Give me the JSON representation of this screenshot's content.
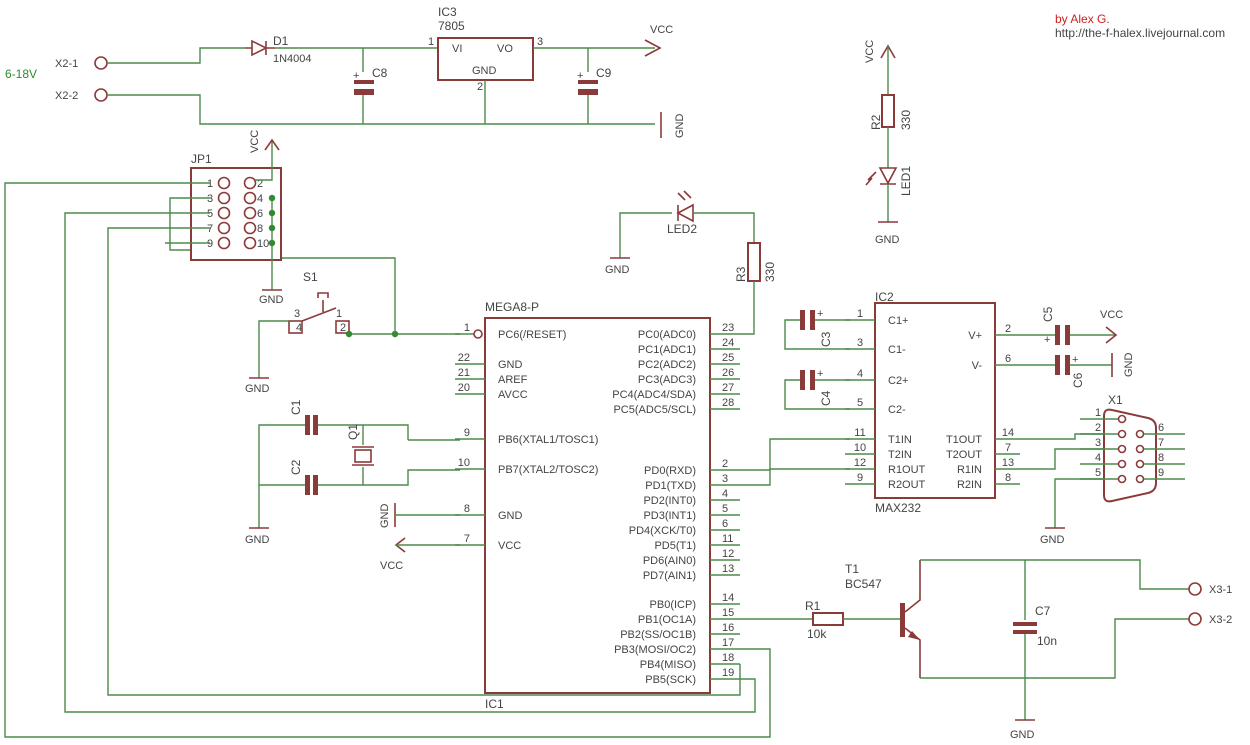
{
  "credits": {
    "author": "by Alex G.",
    "url": "http://the-f-halex.livejournal.com"
  },
  "power": {
    "input_label": "6-18V",
    "x2_1": "X2-1",
    "x2_2": "X2-2",
    "d1_name": "D1",
    "d1_value": "1N4004",
    "ic3_name": "IC3",
    "ic3_value": "7805",
    "ic3_vi": "VI",
    "ic3_vo": "VO",
    "ic3_gnd": "GND",
    "ic3_pin1": "1",
    "ic3_pin2": "2",
    "ic3_pin3": "3",
    "c8": "C8",
    "c9": "C9",
    "vcc": "VCC",
    "gnd": "GND"
  },
  "led1_block": {
    "vcc": "VCC",
    "r2": "R2",
    "r2_value": "330",
    "led1": "LED1",
    "gnd": "GND"
  },
  "jp1": {
    "name": "JP1",
    "pins_left": [
      "1",
      "3",
      "5",
      "7",
      "9"
    ],
    "pins_right": [
      "2",
      "4",
      "6",
      "8",
      "10"
    ],
    "vcc": "VCC",
    "gnd": "GND"
  },
  "s1": {
    "name": "S1",
    "pin1": "1",
    "pin2": "2",
    "pin3": "3",
    "pin4": "4",
    "gnd": "GND"
  },
  "led2_block": {
    "gnd": "GND",
    "led2": "LED2",
    "r3": "R3",
    "r3_value": "330"
  },
  "mcu": {
    "name": "MEGA8-P",
    "ref": "IC1",
    "left_pins": [
      {
        "num": "1",
        "label": "PC6(/RESET)"
      },
      {
        "num": "22",
        "label": "GND"
      },
      {
        "num": "21",
        "label": "AREF"
      },
      {
        "num": "20",
        "label": "AVCC"
      },
      {
        "num": "9",
        "label": "PB6(XTAL1/TOSC1)"
      },
      {
        "num": "10",
        "label": "PB7(XTAL2/TOSC2)"
      },
      {
        "num": "8",
        "label": "GND"
      },
      {
        "num": "7",
        "label": "VCC"
      }
    ],
    "right_pins": [
      {
        "num": "23",
        "label": "PC0(ADC0)"
      },
      {
        "num": "24",
        "label": "PC1(ADC1)"
      },
      {
        "num": "25",
        "label": "PC2(ADC2)"
      },
      {
        "num": "26",
        "label": "PC3(ADC3)"
      },
      {
        "num": "27",
        "label": "PC4(ADC4/SDA)"
      },
      {
        "num": "28",
        "label": "PC5(ADC5/SCL)"
      },
      {
        "num": "2",
        "label": "PD0(RXD)"
      },
      {
        "num": "3",
        "label": "PD1(TXD)"
      },
      {
        "num": "4",
        "label": "PD2(INT0)"
      },
      {
        "num": "5",
        "label": "PD3(INT1)"
      },
      {
        "num": "6",
        "label": "PD4(XCK/T0)"
      },
      {
        "num": "11",
        "label": "PD5(T1)"
      },
      {
        "num": "12",
        "label": "PD6(AIN0)"
      },
      {
        "num": "13",
        "label": "PD7(AIN1)"
      },
      {
        "num": "14",
        "label": "PB0(ICP)"
      },
      {
        "num": "15",
        "label": "PB1(OC1A)"
      },
      {
        "num": "16",
        "label": "PB2(SS/OC1B)"
      },
      {
        "num": "17",
        "label": "PB3(MOSI/OC2)"
      },
      {
        "num": "18",
        "label": "PB4(MISO)"
      },
      {
        "num": "19",
        "label": "PB5(SCK)"
      }
    ],
    "gnd": "GND",
    "vcc": "VCC"
  },
  "crystal": {
    "c1": "C1",
    "c2": "C2",
    "q1": "Q1",
    "gnd": "GND"
  },
  "max232": {
    "name": "IC2",
    "value": "MAX232",
    "left_pins": [
      {
        "num": "1",
        "label": "C1+"
      },
      {
        "num": "3",
        "label": "C1-"
      },
      {
        "num": "4",
        "label": "C2+"
      },
      {
        "num": "5",
        "label": "C2-"
      },
      {
        "num": "11",
        "label": "T1IN"
      },
      {
        "num": "10",
        "label": "T2IN"
      },
      {
        "num": "12",
        "label": "R1OUT"
      },
      {
        "num": "9",
        "label": "R2OUT"
      }
    ],
    "right_pins": [
      {
        "num": "2",
        "label": "V+"
      },
      {
        "num": "6",
        "label": "V-"
      },
      {
        "num": "14",
        "label": "T1OUT"
      },
      {
        "num": "7",
        "label": "T2OUT"
      },
      {
        "num": "13",
        "label": "R1IN"
      },
      {
        "num": "8",
        "label": "R2IN"
      }
    ],
    "c3": "C3",
    "c4": "C4",
    "c5": "C5",
    "c6": "C6",
    "vcc": "VCC",
    "gnd": "GND"
  },
  "db9": {
    "name": "X1",
    "pins": [
      "1",
      "2",
      "3",
      "4",
      "5",
      "6",
      "7",
      "8",
      "9"
    ],
    "gnd": "GND"
  },
  "output": {
    "t1": "T1",
    "t1_value": "BC547",
    "r1": "R1",
    "r1_value": "10k",
    "c7": "C7",
    "c7_value": "10n",
    "x3_1": "X3-1",
    "x3_2": "X3-2",
    "gnd": "GND"
  }
}
